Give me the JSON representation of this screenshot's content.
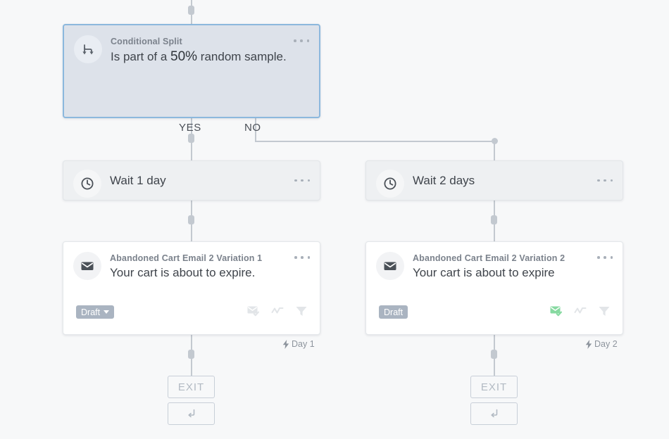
{
  "flow": {
    "split": {
      "title": "Conditional Split",
      "subtitle_pre": "Is part of a ",
      "subtitle_hl": "50%",
      "subtitle_post": " random sample.",
      "icon": "split-branch-icon",
      "menu": "ellipsis-menu"
    },
    "branches": [
      {
        "label": "YES"
      },
      {
        "label": "NO"
      }
    ],
    "waits": [
      {
        "label": "Wait 1 day",
        "icon": "clock-icon"
      },
      {
        "label": "Wait 2 days",
        "icon": "clock-icon"
      }
    ],
    "emails": [
      {
        "title": "Abandoned Cart Email 2 Variation 1",
        "subject": "Your cart is about to expire.",
        "status": "Draft",
        "status_has_caret": true,
        "icon": "envelope-icon",
        "footer_icons": [
          "envelope-check-icon",
          "smart-sending-icon",
          "filter-icon"
        ],
        "envelope_check_color": "#e2e5e8",
        "day": "Day 1"
      },
      {
        "title": "Abandoned Cart Email 2 Variation 2",
        "subject": "Your cart is about to expire",
        "status": "Draft",
        "status_has_caret": false,
        "icon": "envelope-icon",
        "footer_icons": [
          "envelope-check-icon",
          "smart-sending-icon",
          "filter-icon"
        ],
        "envelope_check_color": "#86d9a0",
        "day": "Day 2"
      }
    ],
    "exits": [
      {
        "label": "EXIT",
        "loop_icon": "return-arrow-icon"
      },
      {
        "label": "EXIT",
        "loop_icon": "return-arrow-icon"
      }
    ]
  },
  "colors": {
    "canvas_bg": "#f7f8f9",
    "connector": "#c3c9d0",
    "selected_border": "#8cb8dd",
    "selected_fill": "#dde2ea",
    "badge_bg": "#aab4c1",
    "accent_green": "#86d9a0"
  }
}
